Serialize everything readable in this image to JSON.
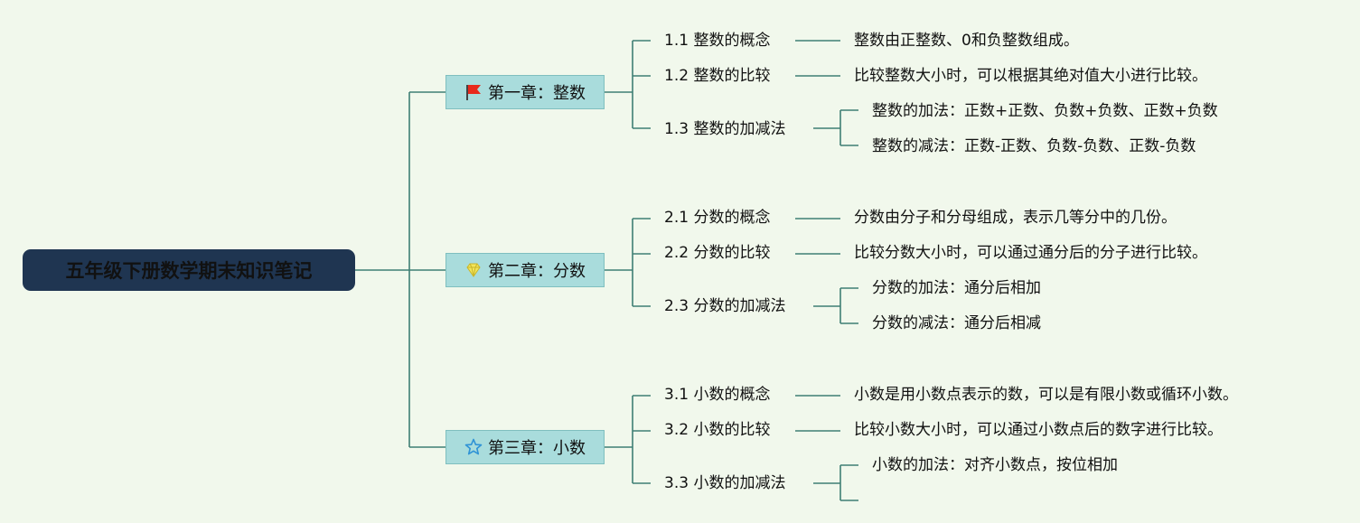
{
  "root": {
    "title": "五年级下册数学期末知识笔记"
  },
  "chapters": [
    {
      "label": "第一章：整数",
      "icon": "red-flag-icon",
      "sections": [
        {
          "label": "1.1 整数的概念",
          "desc": "整数由正整数、0和负整数组成。"
        },
        {
          "label": "1.2 整数的比较",
          "desc": "比较整数大小时，可以根据其绝对值大小进行比较。"
        },
        {
          "label": "1.3 整数的加减法",
          "children": [
            "整数的加法：正数+正数、负数+负数、正数+负数",
            "整数的减法：正数-正数、负数-负数、正数-负数"
          ]
        }
      ]
    },
    {
      "label": "第二章：分数",
      "icon": "diamond-icon",
      "sections": [
        {
          "label": "2.1 分数的概念",
          "desc": "分数由分子和分母组成，表示几等分中的几份。"
        },
        {
          "label": "2.2 分数的比较",
          "desc": "比较分数大小时，可以通过通分后的分子进行比较。"
        },
        {
          "label": "2.3 分数的加减法",
          "children": [
            "分数的加法：通分后相加",
            "分数的减法：通分后相减"
          ]
        }
      ]
    },
    {
      "label": "第三章：小数",
      "icon": "star-icon",
      "sections": [
        {
          "label": "3.1 小数的概念",
          "desc": "小数是用小数点表示的数，可以是有限小数或循环小数。"
        },
        {
          "label": "3.2 小数的比较",
          "desc": "比较小数大小时，可以通过小数点后的数字进行比较。"
        },
        {
          "label": "3.3 小数的加减法",
          "children": [
            "小数的加法：对齐小数点，按位相加",
            ""
          ]
        }
      ]
    }
  ],
  "colors": {
    "background": "#f1f8ec",
    "line": "#3f7f75",
    "root_fill": "#1f3551",
    "chapter_fill": "#a9dcdc"
  }
}
